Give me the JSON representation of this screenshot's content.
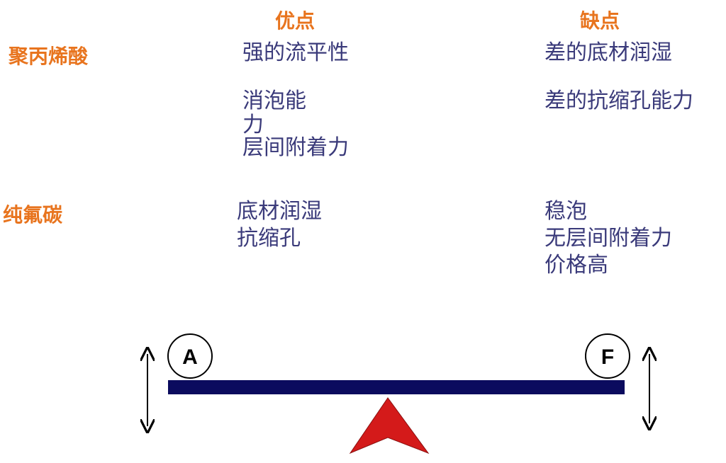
{
  "headers": {
    "advantages": "优点",
    "disadvantages": "缺点"
  },
  "rows": [
    {
      "label": "聚丙烯酸",
      "advantages": [
        "强的流平性",
        "消泡能",
        "力",
        "层间附着力"
      ],
      "disadvantages": [
        "差的底材润湿",
        "差的抗缩孔能力"
      ]
    },
    {
      "label": "纯氟碳",
      "advantages": [
        "底材润湿",
        "抗缩孔"
      ],
      "disadvantages": [
        "稳泡",
        "无层间附着力",
        "价格高"
      ]
    }
  ],
  "scale": {
    "left_label": "A",
    "right_label": "F",
    "colors": {
      "beam": "#0b0b5e",
      "fulcrum": "#d41a1a",
      "text_orange": "#e8741e",
      "text_blue": "#3a3a7a"
    }
  }
}
